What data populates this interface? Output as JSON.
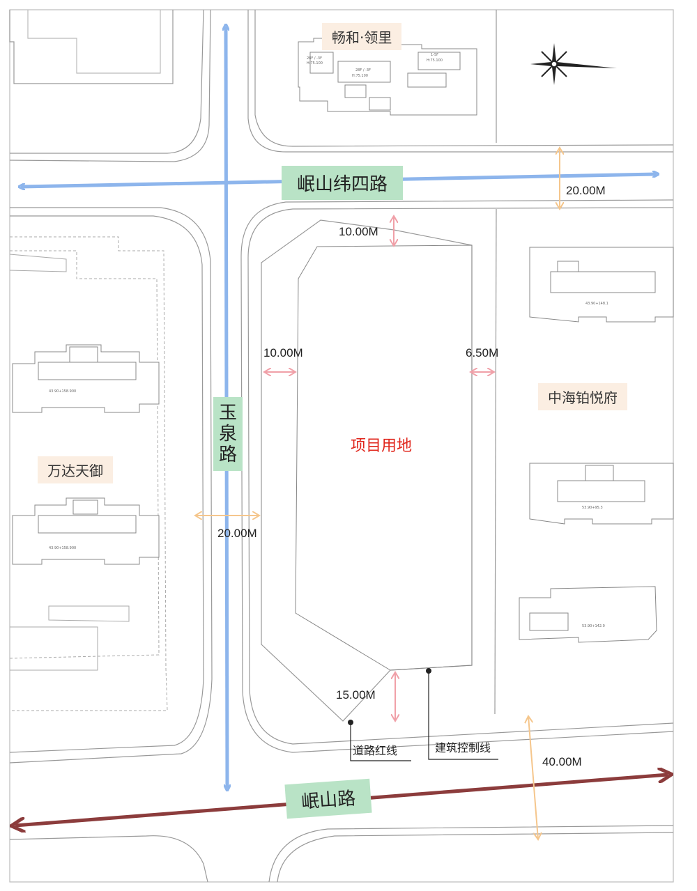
{
  "roads": {
    "north": "岷山纬四路",
    "south": "岷山路",
    "west_vertical": "玉泉路"
  },
  "communities": {
    "north": "畅和·领里",
    "east": "中海铂悦府",
    "west": "万达天御"
  },
  "site": {
    "label": "项目用地"
  },
  "dimensions": {
    "north_road_width": "20.00M",
    "west_road_width": "20.00M",
    "south_road_width": "40.00M",
    "setback_north": "10.00M",
    "setback_west": "10.00M",
    "setback_east": "6.50M",
    "setback_south": "15.00M"
  },
  "lines": {
    "red_line": "道路红线",
    "building_control_line": "建筑控制线"
  },
  "building_tags": {
    "north_b1": "28F / -3F",
    "north_b2": "28F / -3F",
    "north_b3": "1-5F",
    "north_b1_h": "H:75.100",
    "north_b2_h": "H:75.100",
    "north_b3_h": "H:75.100",
    "east_b1_h": "43.90+148.1",
    "east_b2_h": "53.90+95.3",
    "east_b3_h": "53.90+142.0",
    "west_b1_h": "43.90+158.900",
    "west_b2_h": "43.90+158.900"
  },
  "colors": {
    "road_blue": "#8db5ec",
    "road_maroon": "#8c3c3c",
    "dim_orange": "#f5c68c",
    "dim_pink": "#f0a0a8",
    "site_red": "#e0261c",
    "road_label_bg": "#b9e3c6",
    "community_label_bg": "#fbeee2"
  },
  "icons": [
    "north-arrow-icon"
  ]
}
